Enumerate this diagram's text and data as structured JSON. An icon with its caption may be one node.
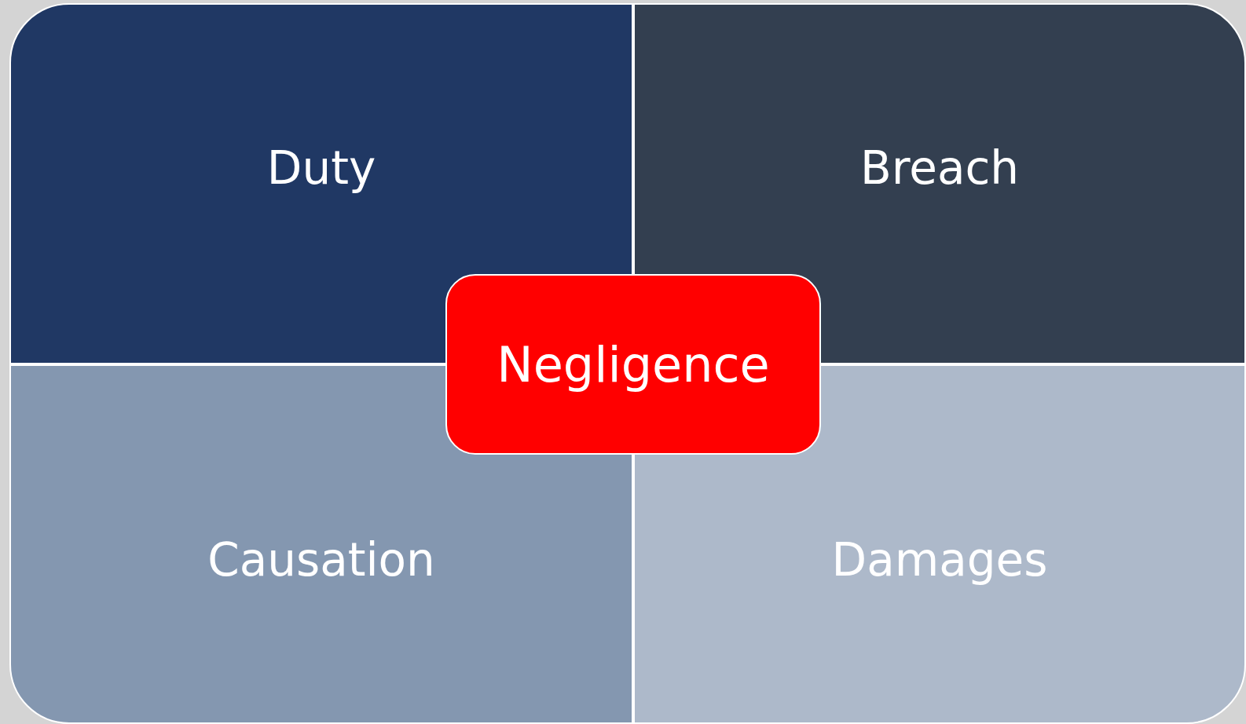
{
  "diagram": {
    "nodes": [
      {
        "text": [
          "Duty"
        ]
      },
      {
        "text": [
          "Breach"
        ]
      },
      {
        "text": [
          "Causation"
        ]
      },
      {
        "text": [
          "Damages"
        ]
      },
      {
        "text": [
          "Negligence"
        ]
      }
    ]
  }
}
